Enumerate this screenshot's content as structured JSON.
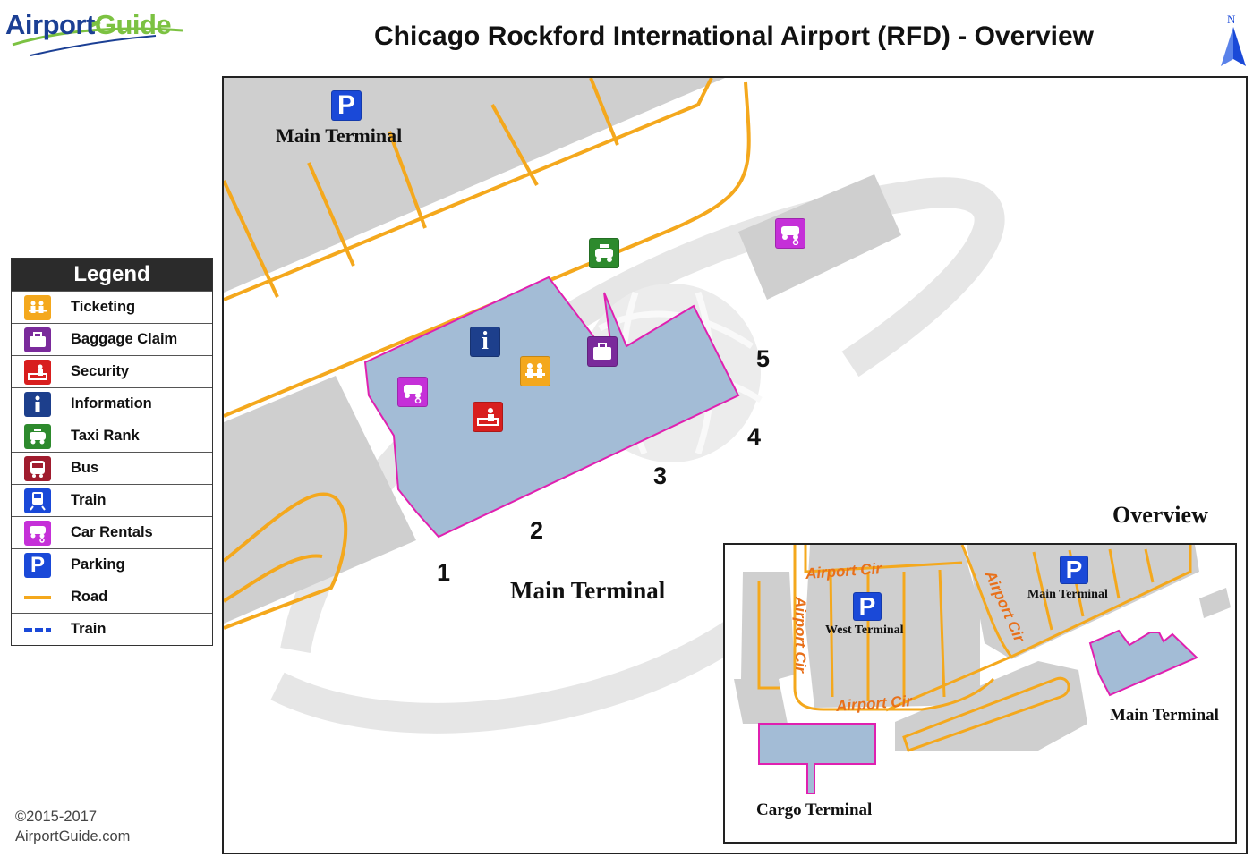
{
  "header": {
    "logo": {
      "part1": "Airport",
      "part2": "Guide"
    },
    "title": "Chicago Rockford International Airport (RFD) - Overview",
    "north_label": "N"
  },
  "colors": {
    "road": "#f4a81d",
    "building": "#cfcfcf",
    "terminal": "#a3bcd6",
    "terminal_outline": "#e020b0",
    "parking": "#1a49d8",
    "taxi": "#2d8a2d",
    "car_rental": "#c530d8",
    "security": "#d81e1e",
    "information": "#1d3f8c",
    "ticketing": "#f4a81d",
    "baggage": "#7a2a9b",
    "bus": "#a01c2e",
    "train": "#1a49d8"
  },
  "map": {
    "labels": {
      "parking_label": "Main Terminal",
      "terminal_label": "Main Terminal",
      "overview_label": "Overview"
    },
    "gates": [
      "1",
      "2",
      "3",
      "4",
      "5"
    ],
    "icons": [
      {
        "name": "parking-icon",
        "type": "parking",
        "label": "P"
      },
      {
        "name": "taxi-rank-icon",
        "type": "taxi"
      },
      {
        "name": "car-rental-icon",
        "type": "car_rental"
      },
      {
        "name": "information-icon",
        "type": "information",
        "label": "i"
      },
      {
        "name": "ticketing-icon",
        "type": "ticketing"
      },
      {
        "name": "baggage-claim-icon",
        "type": "baggage"
      },
      {
        "name": "security-icon",
        "type": "security"
      }
    ]
  },
  "legend": {
    "title": "Legend",
    "items": [
      {
        "label": "Ticketing",
        "icon": "ticketing-icon"
      },
      {
        "label": "Baggage Claim",
        "icon": "baggage-claim-icon"
      },
      {
        "label": "Security",
        "icon": "security-icon"
      },
      {
        "label": "Information",
        "icon": "information-icon"
      },
      {
        "label": "Taxi Rank",
        "icon": "taxi-icon"
      },
      {
        "label": "Bus",
        "icon": "bus-icon"
      },
      {
        "label": "Train",
        "icon": "train-icon"
      },
      {
        "label": "Car Rentals",
        "icon": "car-rental-icon"
      },
      {
        "label": "Parking",
        "icon": "parking-icon"
      },
      {
        "label": "Road",
        "icon": "road-line-icon"
      },
      {
        "label": "Train",
        "icon": "train-line-icon"
      }
    ]
  },
  "inset": {
    "roads": [
      "Airport Cir",
      "Airport Cir",
      "Airport Cir",
      "Airport Cir"
    ],
    "labels": {
      "main_parking": "Main Terminal",
      "west_parking": "West Terminal",
      "main_terminal": "Main Terminal",
      "cargo_terminal": "Cargo Terminal"
    },
    "parking_symbol": "P"
  },
  "footer": {
    "copyright": "©2015-2017",
    "site": "AirportGuide.com"
  }
}
